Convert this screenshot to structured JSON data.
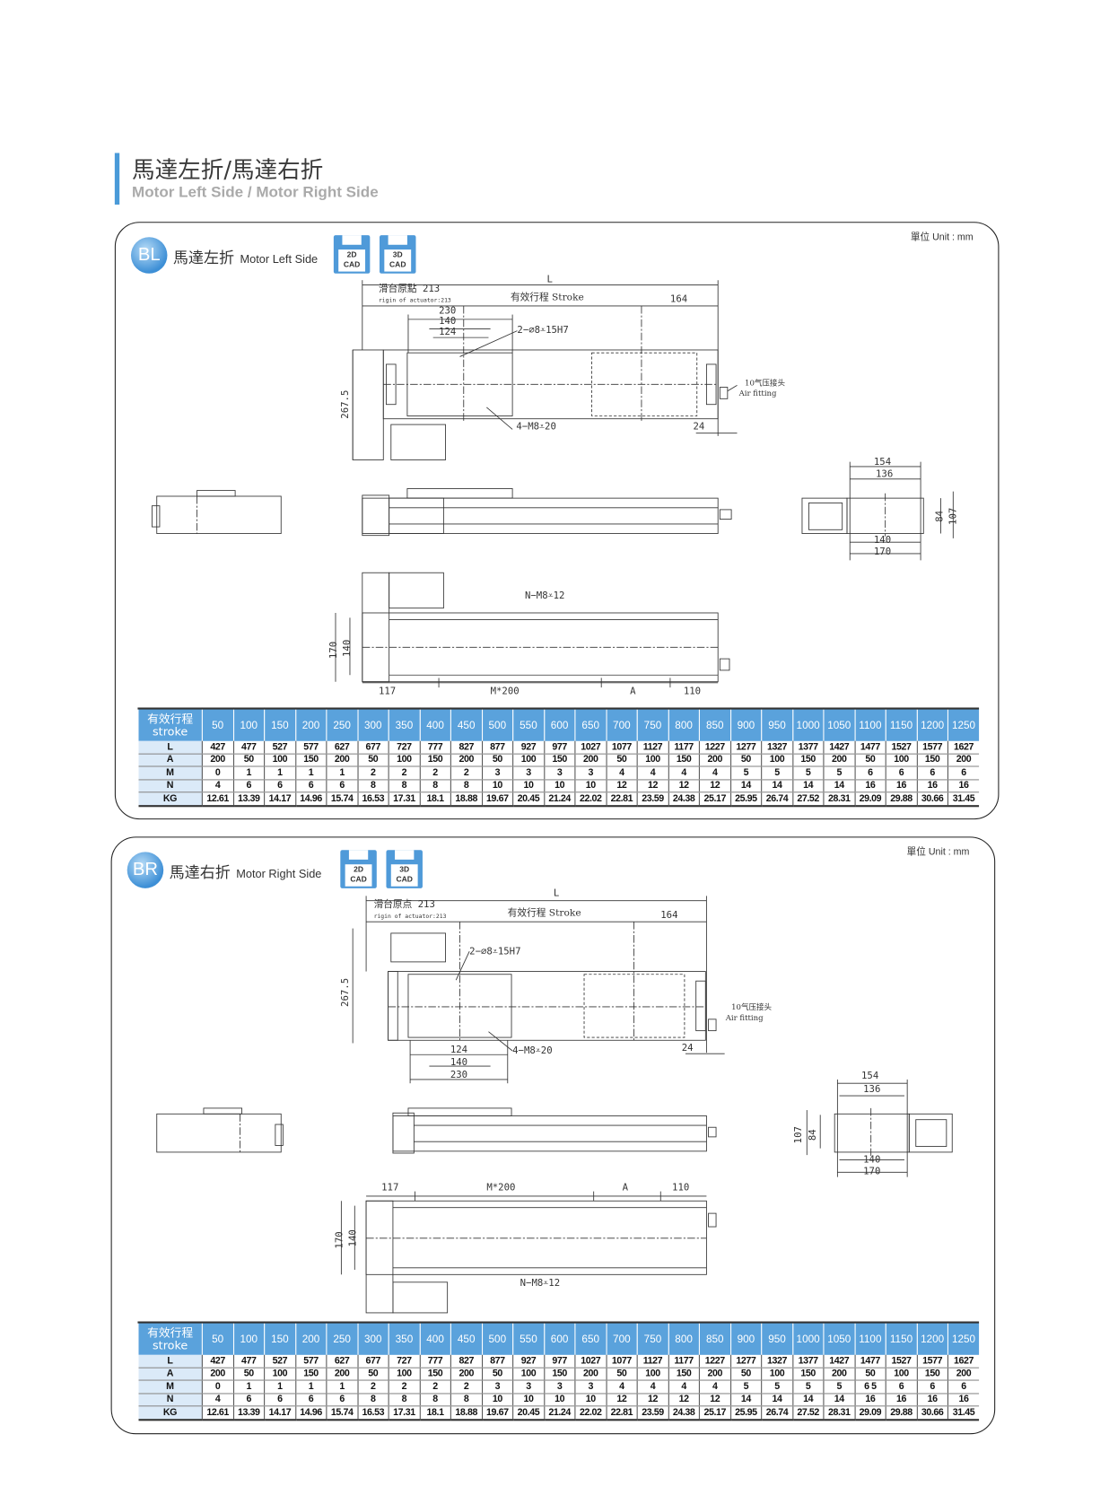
{
  "header": {
    "title": "馬達左折/馬達右折",
    "subtitle": "Motor Left Side / Motor Right Side"
  },
  "colors": {
    "accent": "#4a9ad8",
    "table_header": "#5aa2dc",
    "row_label_bg": "#dbeaf8"
  },
  "panels": [
    {
      "badge": "BL",
      "title_cn": "馬達左折",
      "title_en": "Motor Left Side",
      "cad": [
        "2D\nCAD",
        "3D\nCAD"
      ],
      "unit": "單位 Unit : mm",
      "labels": {
        "L": "L",
        "origin": "滑台原點 213",
        "origin_en": "rigin of actuator:213",
        "stroke": "有效行程 Stroke",
        "d164": "164",
        "d230": "230",
        "d140": "140",
        "d124": "124",
        "hole": "2−⌀8⩡15H7",
        "m8": "4−M8⩡20",
        "d24": "24",
        "d267": "267.5",
        "air_cn": "10气压接头",
        "air_en": "Air fitting",
        "d154": "154",
        "d136": "136",
        "d84": "84",
        "d107": "107",
        "d140b": "140",
        "d170b": "170",
        "nm8": "N−M8⩡12",
        "d170v": "170",
        "d140v": "140",
        "d117": "117",
        "m200": "M*200",
        "A": "A",
        "d110": "110"
      },
      "table": {
        "head_cn": "有效行程",
        "head_en": "stroke",
        "strokes": [
          "50",
          "100",
          "150",
          "200",
          "250",
          "300",
          "350",
          "400",
          "450",
          "500",
          "550",
          "600",
          "650",
          "700",
          "750",
          "800",
          "850",
          "900",
          "950",
          "1000",
          "1050",
          "1100",
          "1150",
          "1200",
          "1250"
        ],
        "rows": [
          {
            "label": "L",
            "values": [
              "427",
              "477",
              "527",
              "577",
              "627",
              "677",
              "727",
              "777",
              "827",
              "877",
              "927",
              "977",
              "1027",
              "1077",
              "1127",
              "1177",
              "1227",
              "1277",
              "1327",
              "1377",
              "1427",
              "1477",
              "1527",
              "1577",
              "1627"
            ]
          },
          {
            "label": "A",
            "values": [
              "200",
              "50",
              "100",
              "150",
              "200",
              "50",
              "100",
              "150",
              "200",
              "50",
              "100",
              "150",
              "200",
              "50",
              "100",
              "150",
              "200",
              "50",
              "100",
              "150",
              "200",
              "50",
              "100",
              "150",
              "200"
            ]
          },
          {
            "label": "M",
            "values": [
              "0",
              "1",
              "1",
              "1",
              "1",
              "2",
              "2",
              "2",
              "2",
              "3",
              "3",
              "3",
              "3",
              "4",
              "4",
              "4",
              "4",
              "5",
              "5",
              "5",
              "5",
              "6",
              "6",
              "6",
              "6"
            ]
          },
          {
            "label": "N",
            "values": [
              "4",
              "6",
              "6",
              "6",
              "6",
              "8",
              "8",
              "8",
              "8",
              "10",
              "10",
              "10",
              "10",
              "12",
              "12",
              "12",
              "12",
              "14",
              "14",
              "14",
              "14",
              "16",
              "16",
              "16",
              "16"
            ]
          },
          {
            "label": "KG",
            "values": [
              "12.61",
              "13.39",
              "14.17",
              "14.96",
              "15.74",
              "16.53",
              "17.31",
              "18.1",
              "18.88",
              "19.67",
              "20.45",
              "21.24",
              "22.02",
              "22.81",
              "23.59",
              "24.38",
              "25.17",
              "25.95",
              "26.74",
              "27.52",
              "28.31",
              "29.09",
              "29.88",
              "30.66",
              "31.45"
            ]
          }
        ]
      }
    },
    {
      "badge": "BR",
      "title_cn": "馬達右折",
      "title_en": "Motor Right Side",
      "cad": [
        "2D\nCAD",
        "3D\nCAD"
      ],
      "unit": "單位 Unit : mm",
      "labels": {
        "L": "L",
        "origin": "滑台原点 213",
        "origin_en": "rigin of actuator:213",
        "stroke": "有效行程 Stroke",
        "d164": "164",
        "d230": "230",
        "d140": "140",
        "d124": "124",
        "hole": "2−⌀8⩡15H7",
        "m8": "4−M8⩡20",
        "d24": "24",
        "d267": "267.5",
        "air_cn": "10气压接头",
        "air_en": "Air fitting",
        "d154": "154",
        "d136": "136",
        "d84": "84",
        "d107": "107",
        "d140b": "140",
        "d170b": "170",
        "nm8": "N−M8⩡12",
        "d170v": "170",
        "d140v": "140",
        "d117": "117",
        "m200": "M*200",
        "A": "A",
        "d110": "110"
      },
      "table": {
        "head_cn": "有效行程",
        "head_en": "stroke",
        "strokes": [
          "50",
          "100",
          "150",
          "200",
          "250",
          "300",
          "350",
          "400",
          "450",
          "500",
          "550",
          "600",
          "650",
          "700",
          "750",
          "800",
          "850",
          "900",
          "950",
          "1000",
          "1050",
          "1100",
          "1150",
          "1200",
          "1250"
        ],
        "rows": [
          {
            "label": "L",
            "values": [
              "427",
              "477",
              "527",
              "577",
              "627",
              "677",
              "727",
              "777",
              "827",
              "877",
              "927",
              "977",
              "1027",
              "1077",
              "1127",
              "1177",
              "1227",
              "1277",
              "1327",
              "1377",
              "1427",
              "1477",
              "1527",
              "1577",
              "1627"
            ]
          },
          {
            "label": "A",
            "values": [
              "200",
              "50",
              "100",
              "150",
              "200",
              "50",
              "100",
              "150",
              "200",
              "50",
              "100",
              "150",
              "200",
              "50",
              "100",
              "150",
              "200",
              "50",
              "100",
              "150",
              "200",
              "50",
              "100",
              "150",
              "200"
            ]
          },
          {
            "label": "M",
            "values": [
              "0",
              "1",
              "1",
              "1",
              "1",
              "2",
              "2",
              "2",
              "2",
              "3",
              "3",
              "3",
              "3",
              "4",
              "4",
              "4",
              "4",
              "5",
              "5",
              "5",
              "5",
              "6 5",
              "6",
              "6",
              "6"
            ]
          },
          {
            "label": "N",
            "values": [
              "4",
              "6",
              "6",
              "6",
              "6",
              "8",
              "8",
              "8",
              "8",
              "10",
              "10",
              "10",
              "10",
              "12",
              "12",
              "12",
              "12",
              "14",
              "14",
              "14",
              "14",
              "16",
              "16",
              "16",
              "16"
            ]
          },
          {
            "label": "KG",
            "values": [
              "12.61",
              "13.39",
              "14.17",
              "14.96",
              "15.74",
              "16.53",
              "17.31",
              "18.1",
              "18.88",
              "19.67",
              "20.45",
              "21.24",
              "22.02",
              "22.81",
              "23.59",
              "24.38",
              "25.17",
              "25.95",
              "26.74",
              "27.52",
              "28.31",
              "29.09",
              "29.88",
              "30.66",
              "31.45"
            ]
          }
        ]
      }
    }
  ]
}
